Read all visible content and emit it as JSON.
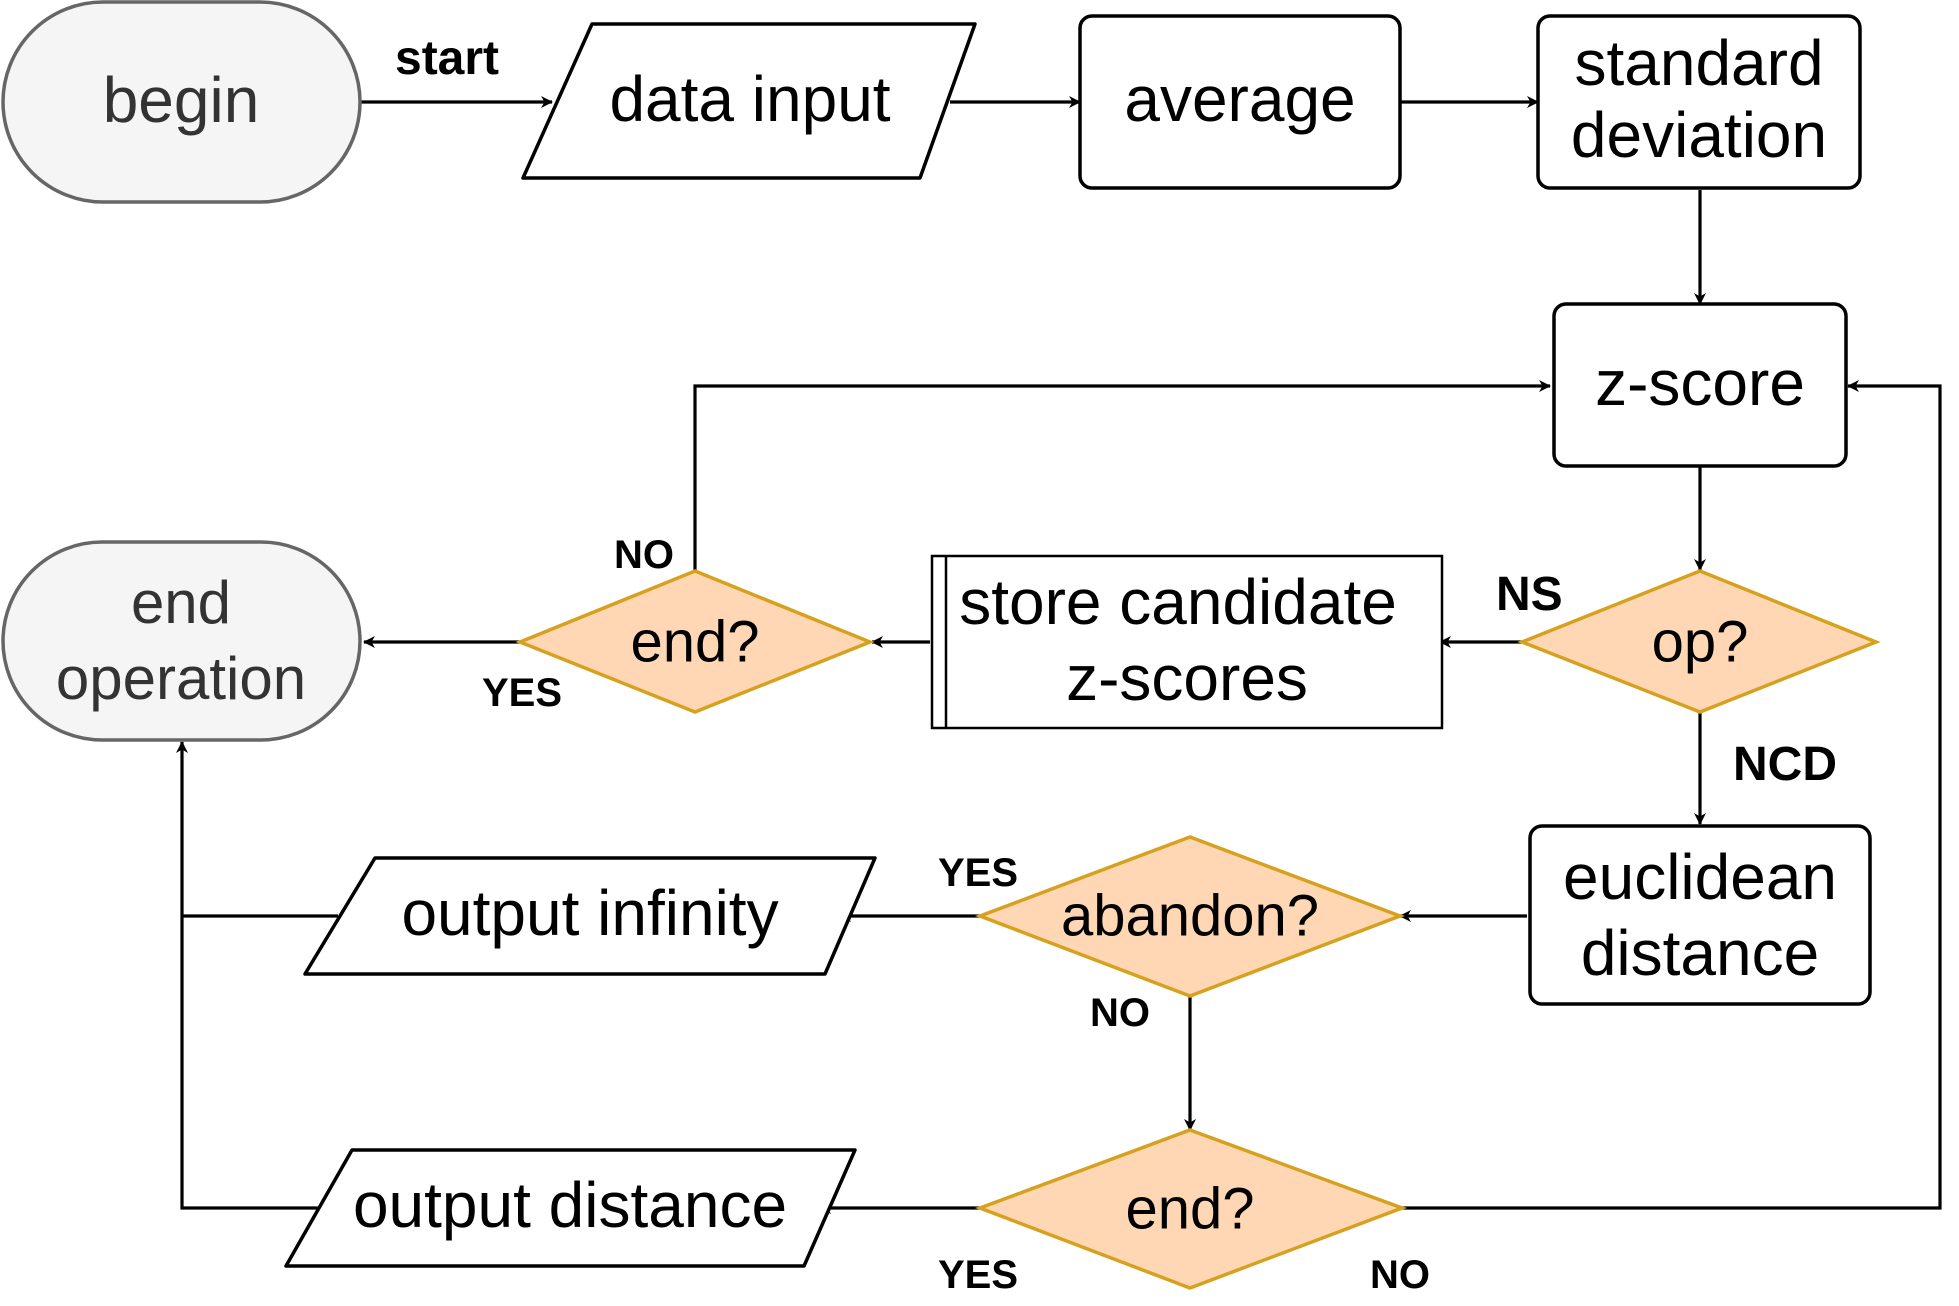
{
  "nodes": {
    "begin": "begin",
    "data_input": "data input",
    "average": "average",
    "std_dev": [
      "standard",
      "deviation"
    ],
    "z_score": "z-score",
    "op_decision": "op?",
    "store_candidates": [
      "store candidate",
      "z-scores"
    ],
    "end_decision_1": "end?",
    "end_operation": [
      "end",
      "operation"
    ],
    "euclidean_distance": [
      "euclidean",
      "distance"
    ],
    "abandon_decision": "abandon?",
    "output_infinity": "output infinity",
    "end_decision_2": "end?",
    "output_distance": "output distance"
  },
  "edge_labels": {
    "start": "start",
    "ns": "NS",
    "ncd": "NCD",
    "end1_no": "NO",
    "end1_yes": "YES",
    "abandon_yes": "YES",
    "abandon_no": "NO",
    "end2_yes": "YES",
    "end2_no": "NO"
  },
  "colors": {
    "terminal_fill": "#f5f5f5",
    "terminal_stroke": "#666666",
    "decision_fill": "#ffd7b4",
    "decision_stroke": "#d6a11e"
  }
}
